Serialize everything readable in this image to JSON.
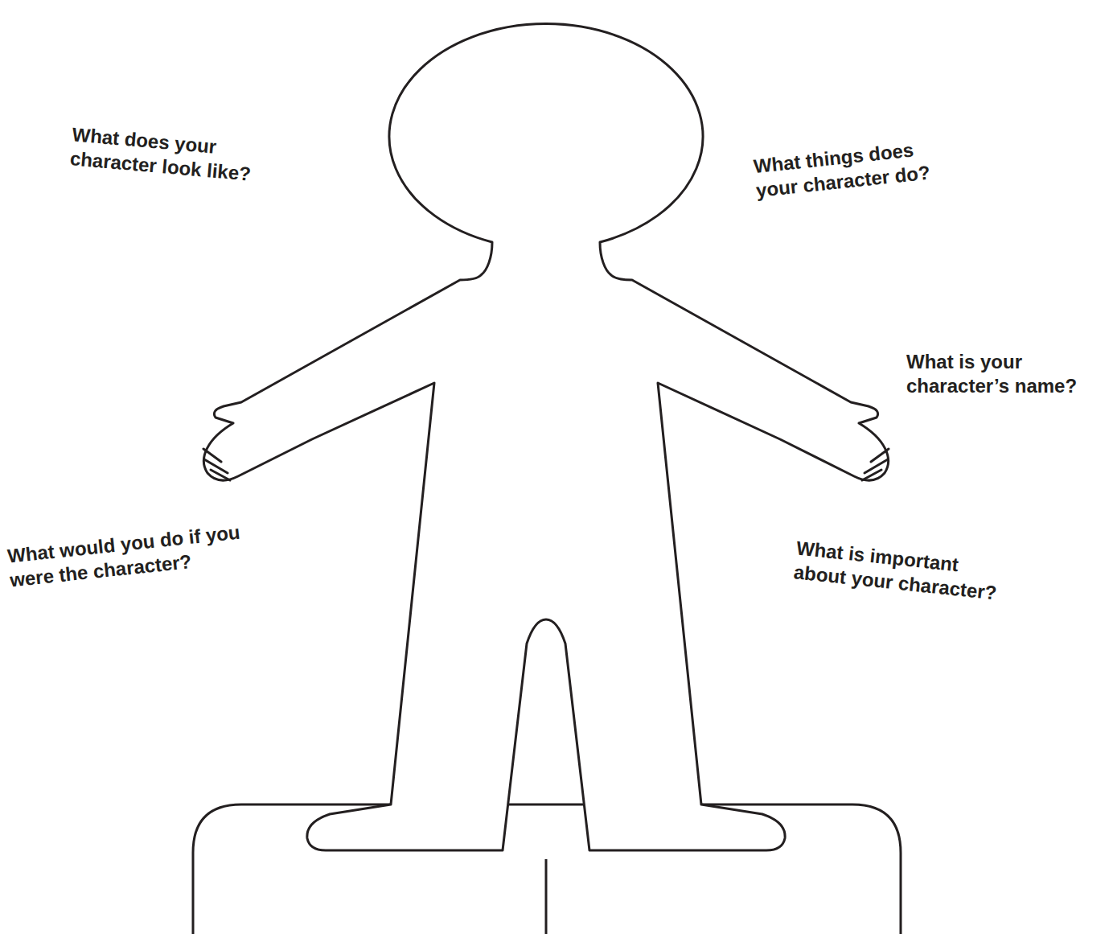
{
  "diagram": {
    "labels": [
      "What does your character look like?",
      "What things does your character do?",
      "What is your character’s name?",
      "What would you do if you were the character?",
      "What is important about your character?"
    ]
  }
}
